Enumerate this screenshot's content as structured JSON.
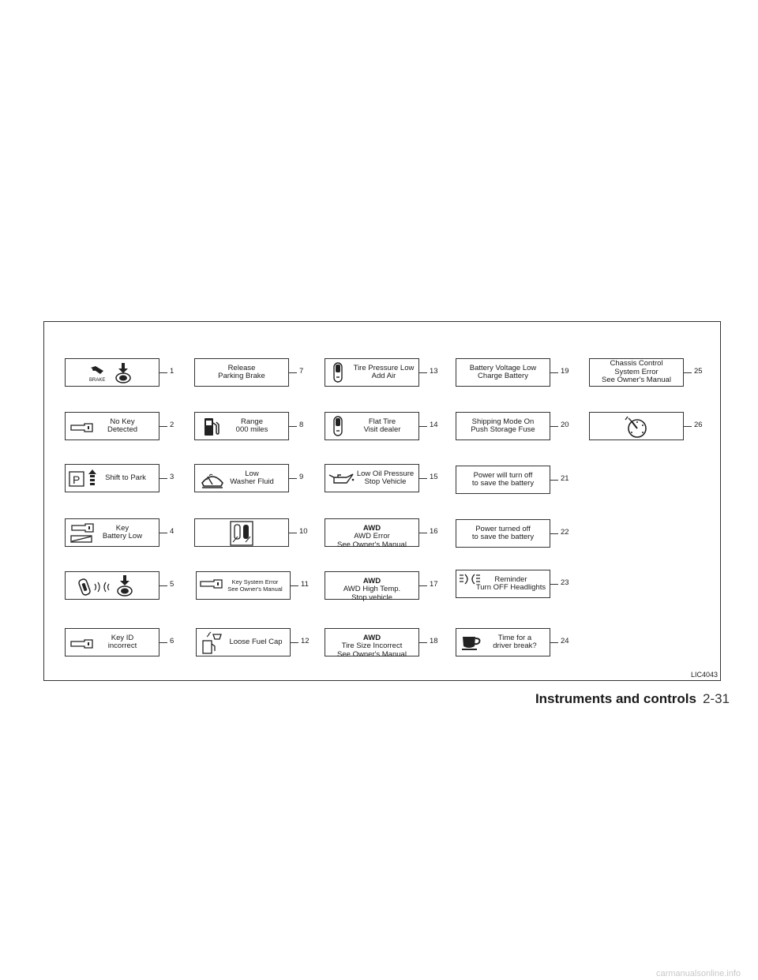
{
  "figure": {
    "code": "LIC4043",
    "cells": [
      {
        "n": "1",
        "text": "",
        "icon": "brake-foot-icon",
        "icon_label": "BRAKE"
      },
      {
        "n": "2",
        "text": "No Key\nDetected",
        "icon": "key-icon"
      },
      {
        "n": "3",
        "text": "Shift to Park",
        "icon": "park-shift-icon"
      },
      {
        "n": "4",
        "text": "Key\nBattery Low",
        "icon": "key-battery-icon"
      },
      {
        "n": "5",
        "text": "",
        "icon": "key-fob-push-icon"
      },
      {
        "n": "6",
        "text": "Key ID\nincorrect",
        "icon": "key-icon"
      },
      {
        "n": "7",
        "text": "Release\nParking Brake",
        "icon": ""
      },
      {
        "n": "8",
        "text": "Range\n000 miles",
        "icon": "fuel-pump-icon"
      },
      {
        "n": "9",
        "text": "Low\nWasher Fluid",
        "icon": "washer-fluid-icon"
      },
      {
        "n": "10",
        "text": "",
        "icon": "door-icon"
      },
      {
        "n": "11",
        "text": "Key System Error\nSee Owner's Manual",
        "icon": "key-icon",
        "small": true
      },
      {
        "n": "12",
        "text": "Loose Fuel Cap",
        "icon": "fuel-cap-icon"
      },
      {
        "n": "13",
        "text": "Tire Pressure Low\nAdd Air",
        "icon": "tire-icon"
      },
      {
        "n": "14",
        "text": "Flat Tire\nVisit dealer",
        "icon": "tire-icon"
      },
      {
        "n": "15",
        "text": "Low Oil Pressure\nStop Vehicle",
        "icon": "oil-can-icon"
      },
      {
        "n": "16",
        "awd": "AWD",
        "text": "AWD Error\nSee Owner's Manual",
        "icon": ""
      },
      {
        "n": "17",
        "awd": "AWD",
        "text": "AWD High Temp.\nStop vehicle",
        "icon": ""
      },
      {
        "n": "18",
        "awd": "AWD",
        "text": "Tire Size Incorrect\nSee Owner's Manual",
        "icon": ""
      },
      {
        "n": "19",
        "text": "Battery Voltage Low\nCharge Battery",
        "icon": ""
      },
      {
        "n": "20",
        "text": "Shipping Mode On\nPush Storage Fuse",
        "icon": ""
      },
      {
        "n": "21",
        "text": "Power will turn off\nto save the battery",
        "icon": ""
      },
      {
        "n": "22",
        "text": "Power turned off\nto save the battery",
        "icon": ""
      },
      {
        "n": "23",
        "text": "Reminder\nTurn OFF Headlights",
        "icon": "headlight-icon"
      },
      {
        "n": "24",
        "text": "Time for a\ndriver break?",
        "icon": "coffee-cup-icon"
      },
      {
        "n": "25",
        "text": "Chassis Control\nSystem Error\nSee Owner's Manual",
        "icon": ""
      },
      {
        "n": "26",
        "text": "",
        "icon": "chassis-control-icon"
      }
    ]
  },
  "footer": {
    "section": "Instruments and controls",
    "page": "2-31"
  },
  "watermark": "carmanualsonline.info"
}
